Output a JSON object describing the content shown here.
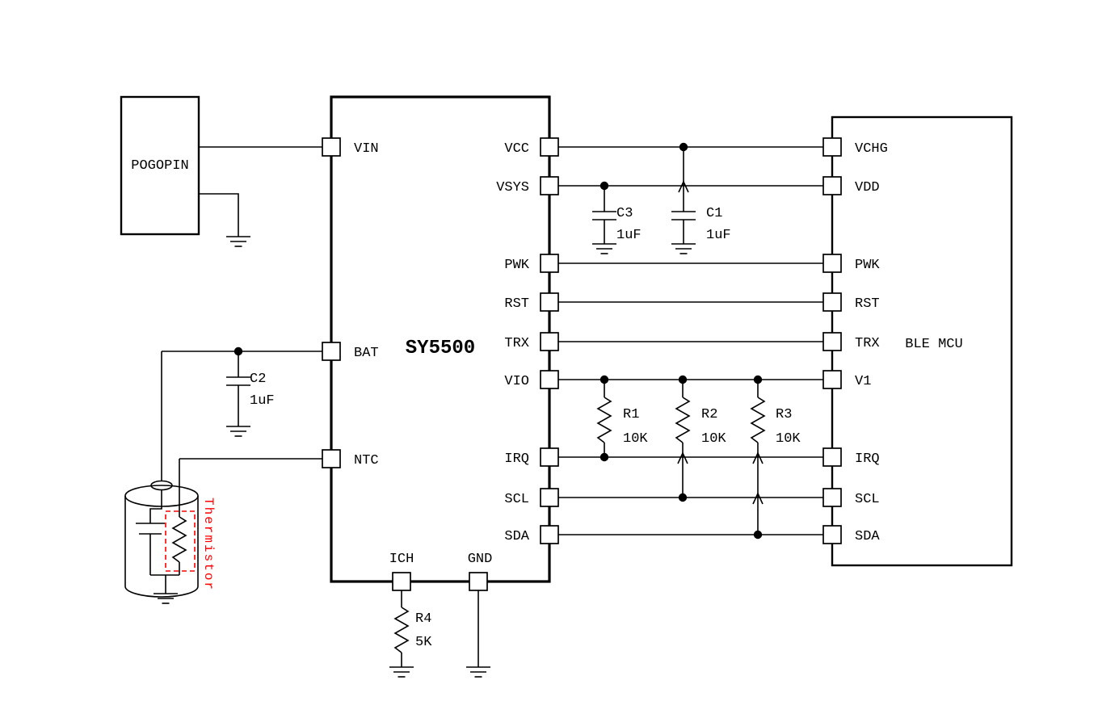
{
  "blocks": {
    "pogopin": "POGOPIN",
    "ic": "SY5500",
    "mcu": "BLE MCU"
  },
  "ic_pins": {
    "vin": "VIN",
    "bat": "BAT",
    "ntc": "NTC",
    "ich": "ICH",
    "gnd": "GND",
    "vcc": "VCC",
    "vsys": "VSYS",
    "pwk": "PWK",
    "rst": "RST",
    "trx": "TRX",
    "vio": "VIO",
    "irq": "IRQ",
    "scl": "SCL",
    "sda": "SDA"
  },
  "mcu_pins": {
    "vchg": "VCHG",
    "vdd": "VDD",
    "pwk": "PWK",
    "rst": "RST",
    "trx": "TRX",
    "v1": "V1",
    "irq": "IRQ",
    "scl": "SCL",
    "sda": "SDA"
  },
  "components": {
    "c1": {
      "ref": "C1",
      "value": "1uF"
    },
    "c2": {
      "ref": "C2",
      "value": "1uF"
    },
    "c3": {
      "ref": "C3",
      "value": "1uF"
    },
    "r1": {
      "ref": "R1",
      "value": "10K"
    },
    "r2": {
      "ref": "R2",
      "value": "10K"
    },
    "r3": {
      "ref": "R3",
      "value": "10K"
    },
    "r4": {
      "ref": "R4",
      "value": "5K"
    },
    "thermistor": {
      "label": "Thermistor"
    }
  },
  "colors": {
    "wire": "#000000",
    "thermistor_annotation": "#ff0000",
    "background": "#ffffff"
  }
}
